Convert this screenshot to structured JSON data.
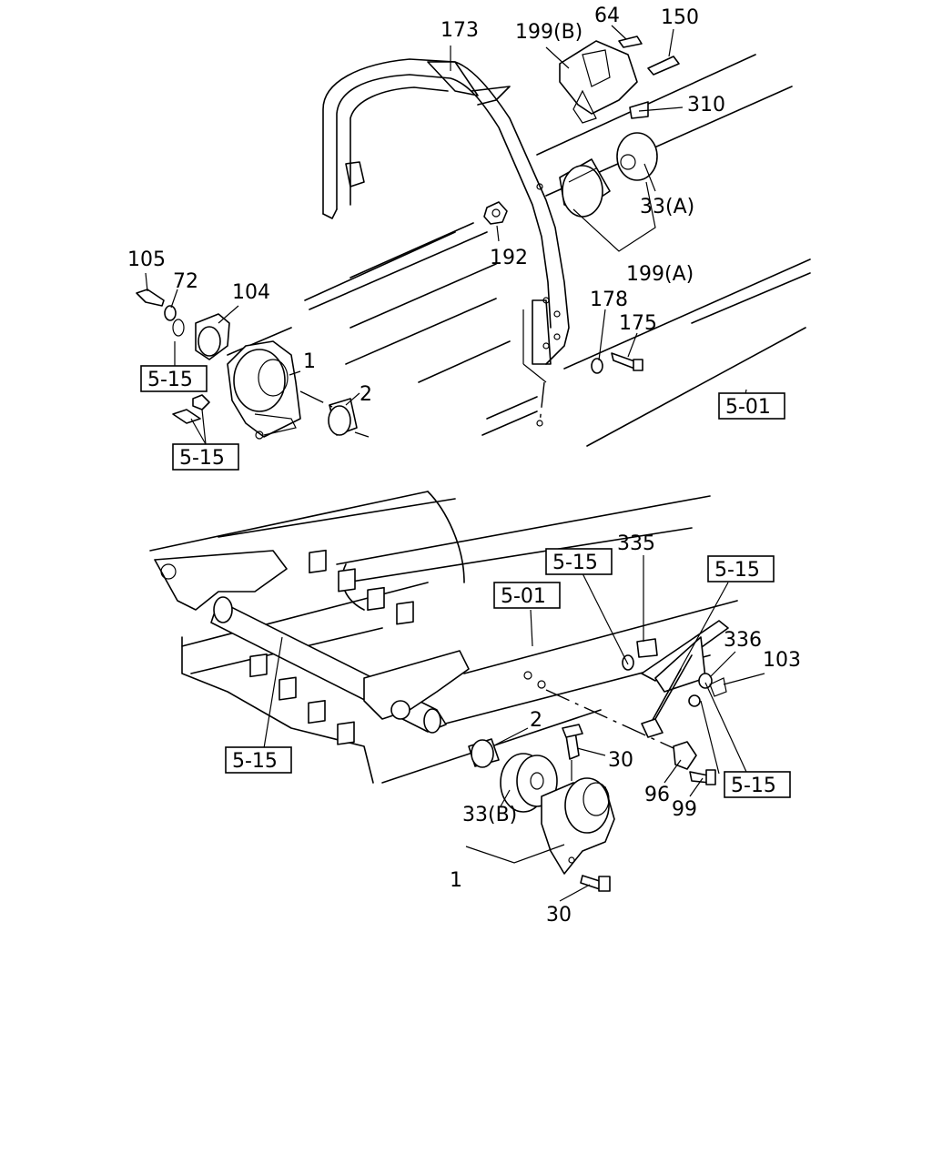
{
  "callouts": {
    "c173": "173",
    "c199b": "199(B)",
    "c64": "64",
    "c150": "150",
    "c310": "310",
    "c33a": "33(A)",
    "c199a": "199(A)",
    "c192": "192",
    "c178": "178",
    "c175": "175",
    "c105": "105",
    "c72": "72",
    "c104": "104",
    "c1_top": "1",
    "c2_top": "2",
    "c335": "335",
    "c336": "336",
    "c103": "103",
    "c2_bot": "2",
    "c30_a": "30",
    "c33b": "33(B)",
    "c96": "96",
    "c99": "99",
    "c1_bot": "1",
    "c30_b": "30"
  },
  "refs": {
    "r515_a": "5-15",
    "r515_b": "5-15",
    "r501_a": "5-01",
    "r515_c": "5-15",
    "r515_d": "5-15",
    "r501_b": "5-01",
    "r515_e": "5-15",
    "r515_f": "5-15"
  }
}
